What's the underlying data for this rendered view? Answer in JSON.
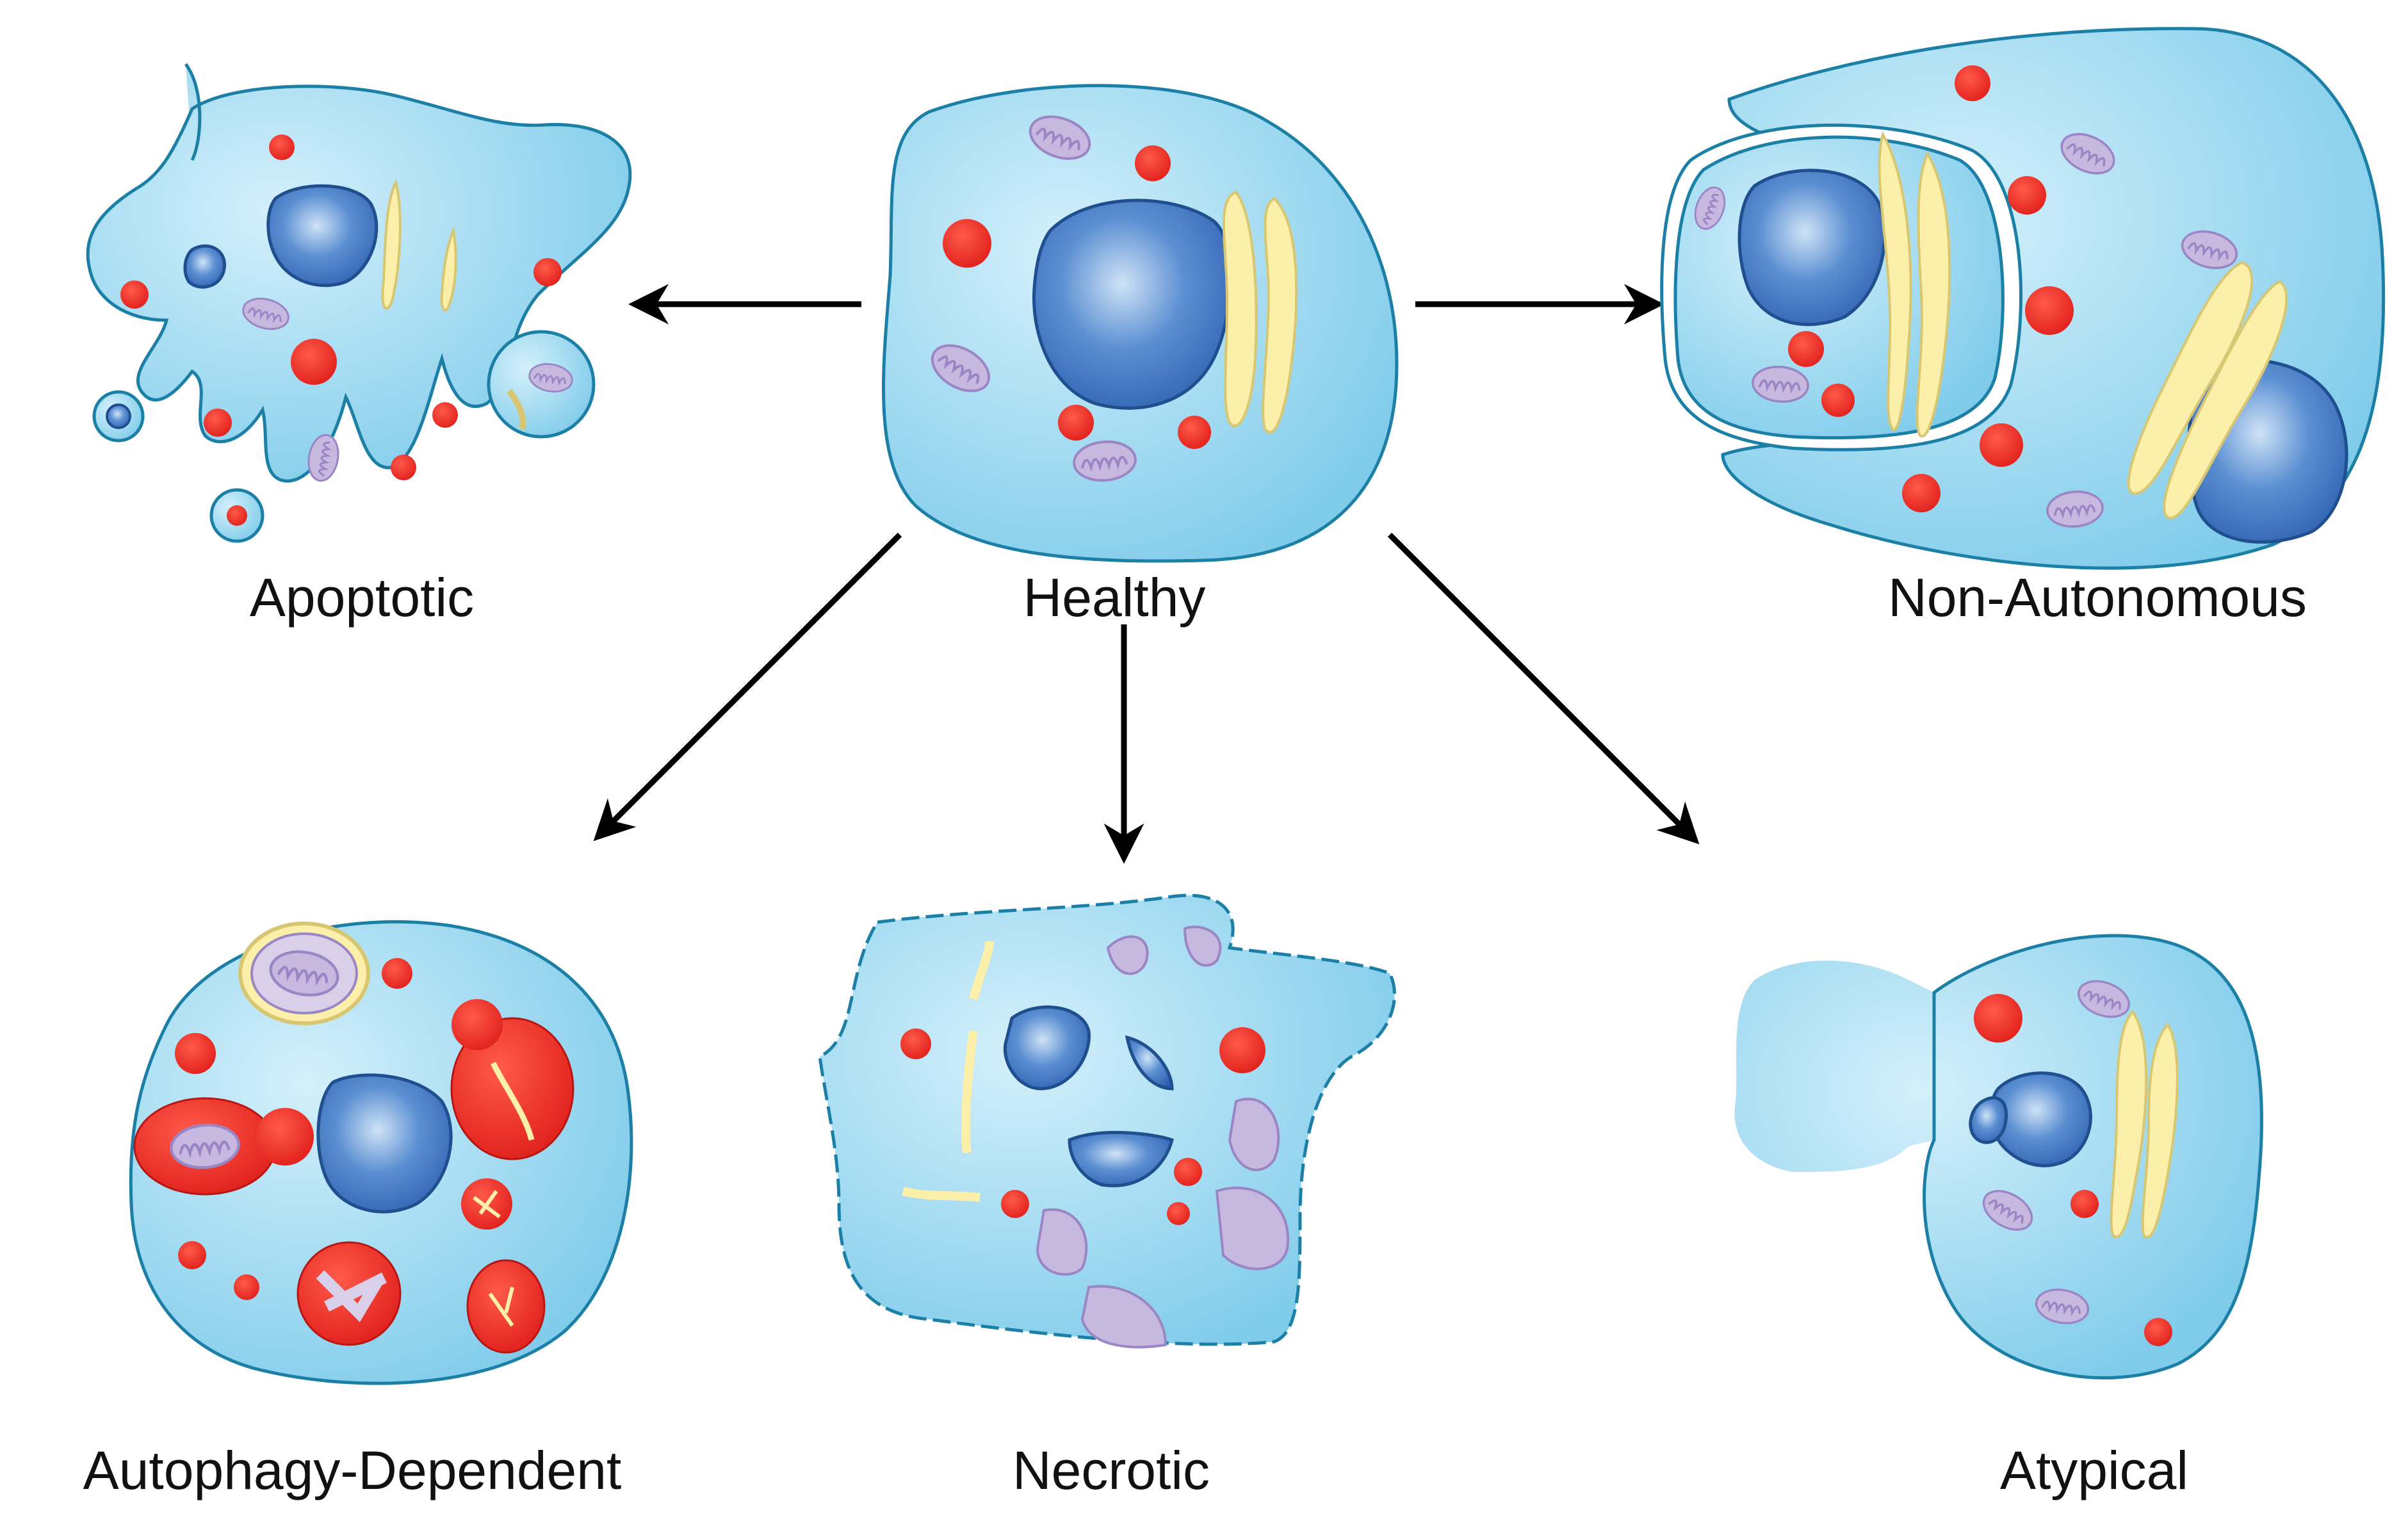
{
  "labels": {
    "healthy": "Healthy",
    "apoptotic": "Apoptotic",
    "non_autonomous": "Non-Autonomous",
    "autophagy_dependent": "Autophagy-Dependent",
    "necrotic": "Necrotic",
    "atypical": "Atypical"
  },
  "colors": {
    "cytoplasm": "#8fd3ef",
    "cytoplasm_light": "#cfeefa",
    "membrane": "#1b7fa6",
    "nucleus": "#3d79c4",
    "nucleus_dark": "#1f4f8f",
    "vesicle_red": "#e8231f",
    "mitochondria": "#c6b8df",
    "mito_stroke": "#9a86c4",
    "er_yellow": "#fbefa9",
    "er_stroke": "#d8c772",
    "arrow": "#000000"
  }
}
